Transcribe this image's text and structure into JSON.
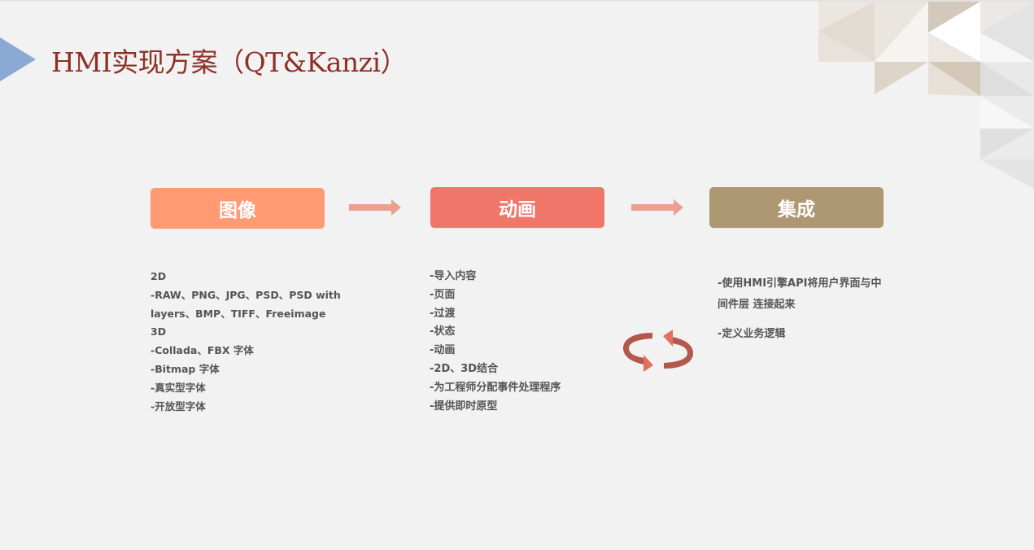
{
  "slide": {
    "title": "HMI实现方案（QT&Kanzi）",
    "colors": {
      "title": "#8e3026",
      "stage_image": "#ff9a72",
      "stage_animation": "#ef7669",
      "stage_integration": "#ae9874",
      "arrow": "#eba08f",
      "cycle_dark": "#b4574c",
      "cycle_light": "#e3705f",
      "text": "#555555"
    },
    "icons": [
      "triangle-marker-icon",
      "right-arrow-icon",
      "cycle-arrows-icon",
      "triangle-pattern-decoration"
    ]
  },
  "stages": [
    {
      "label": "图像",
      "items": [
        "2D",
        "-RAW、PNG、JPG、PSD、PSD with",
        "layers、BMP、TIFF、Freeimage",
        "3D",
        "-Collada、FBX 字体",
        "-Bitmap 字体",
        "-真实型字体",
        "-开放型字体"
      ]
    },
    {
      "label": "动画",
      "items": [
        "-导入内容",
        "-页面",
        "-过渡",
        "-状态",
        "-动画",
        "-2D、3D结合",
        "-为工程师分配事件处理程序",
        "-提供即时原型"
      ]
    },
    {
      "label": "集成",
      "items": [
        "-使用HMI引擎API将用户界面与中",
        "间件层 连接起来",
        "-定义业务逻辑"
      ]
    }
  ]
}
